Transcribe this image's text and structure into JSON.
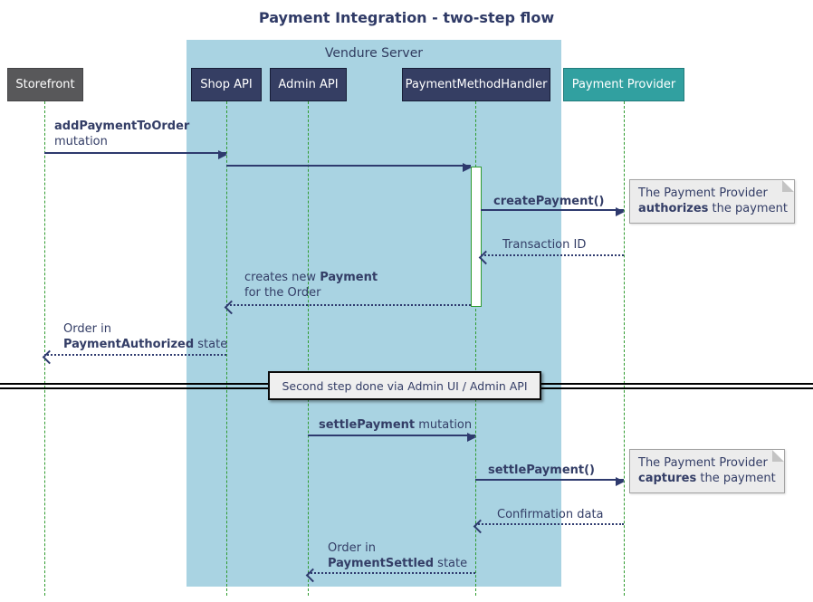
{
  "title": "Payment Integration - two-step flow",
  "frame": {
    "label": "Vendure Server"
  },
  "participants": [
    {
      "label": "Storefront"
    },
    {
      "label": "Shop API"
    },
    {
      "label": "Admin API"
    },
    {
      "label": "PaymentMethodHandler"
    },
    {
      "label": "Payment Provider"
    }
  ],
  "messages": {
    "add_payment": {
      "bold": "addPaymentToOrder",
      "normal": "mutation"
    },
    "create_payment": {
      "label": "createPayment()"
    },
    "transaction_id": {
      "label": "Transaction ID"
    },
    "creates_payment": {
      "pre": "creates new ",
      "bold": "Payment",
      "line2": "for the Order"
    },
    "order_authorized": {
      "line1": "Order in",
      "bold": "PaymentAuthorized",
      "rest": " state"
    },
    "settle_mutation": {
      "bold": "settlePayment",
      "rest": " mutation"
    },
    "settle_call": {
      "label": "settlePayment()"
    },
    "confirmation": {
      "label": "Confirmation data"
    },
    "order_settled": {
      "line1": "Order in",
      "bold": "PaymentSettled",
      "rest": " state"
    }
  },
  "notes": {
    "authorize": {
      "line1": "The Payment Provider",
      "bold": "authorizes",
      "rest": " the payment"
    },
    "capture": {
      "line1": "The Payment Provider",
      "bold": "captures",
      "rest": " the payment"
    }
  },
  "divider": {
    "label": "Second step done via Admin UI / Admin API"
  },
  "colors": {
    "participant_navy": "#353e63",
    "storefront_gray": "#58585a",
    "provider_teal": "#31a0a0",
    "server_frame_blue": "#a9d3e2",
    "lifeline_green": "#2f9b2f",
    "arrow_navy": "#2e3a6e",
    "note_gray": "#ececec"
  }
}
